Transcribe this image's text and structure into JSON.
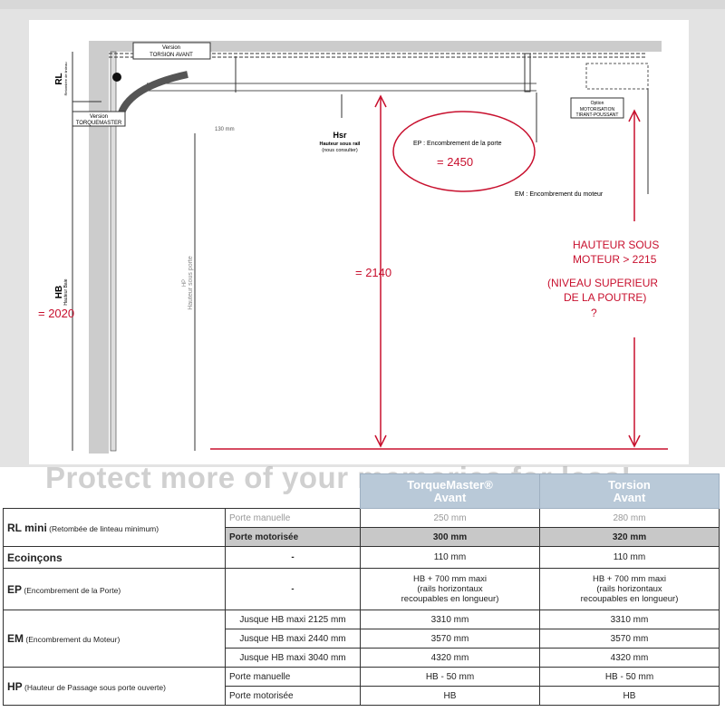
{
  "diagram": {
    "version_torsion": [
      "Version",
      "TORSION AVANT"
    ],
    "version_torquemaster": [
      "Version",
      "TORQUEMASTER"
    ],
    "rl": "RL",
    "rl_sub": "Retombée de linteau",
    "hb": "HB",
    "hb_sub": "Hauteur Baie",
    "hp": "HP",
    "hp_sub": "Hauteur sous porte",
    "dim_130": "130 mm",
    "hsr": "Hsr",
    "hsr_sub": "Hauteur sous rail",
    "hsr_note": "(nous consulter)",
    "option": [
      "Option",
      "MOTORISATION",
      "TIRANT-POUSSANT"
    ],
    "ep": "EP : Encombrement de la porte",
    "em": "EM : Encombrement du moteur"
  },
  "annotations": {
    "ep_value": "= 2450",
    "hsr_value": "= 2140",
    "hb_value": "= 2020",
    "motor_lines": [
      "HAUTEUR SOUS",
      "MOTEUR > 2215",
      "(NIVEAU SUPERIEUR",
      "DE LA POUTRE)",
      "?"
    ]
  },
  "watermark": "Protect more of your memories for less!",
  "table": {
    "headers": [
      [
        "TorqueMaster®",
        "Avant"
      ],
      [
        "Torsion",
        "Avant"
      ]
    ],
    "rl": {
      "label": "RL mini",
      "desc": "(Retombée de linteau minimum)",
      "rows": [
        [
          "Porte manuelle",
          "250 mm",
          "280 mm"
        ],
        [
          "Porte motorisée",
          "300 mm",
          "320 mm"
        ]
      ]
    },
    "eco": {
      "label": "Ecoinçons",
      "cond": "-",
      "v1": "110 mm",
      "v2": "110 mm"
    },
    "ep": {
      "label": "EP",
      "desc": "(Encombrement de la Porte)",
      "cond": "-",
      "v": [
        "HB + 700 mm maxi",
        "(rails horizontaux",
        "recoupables en longueur)"
      ]
    },
    "em": {
      "label": "EM",
      "desc": "(Encombrement du Moteur)",
      "rows": [
        [
          "Jusque HB maxi 2125 mm",
          "3310 mm",
          "3310 mm"
        ],
        [
          "Jusque HB maxi 2440 mm",
          "3570 mm",
          "3570 mm"
        ],
        [
          "Jusque HB maxi 3040 mm",
          "4320 mm",
          "4320 mm"
        ]
      ]
    },
    "hp": {
      "label": "HP",
      "desc": "(Hauteur de Passage sous porte ouverte)",
      "rows": [
        [
          "Porte manuelle",
          "HB - 50 mm",
          "HB - 50 mm"
        ],
        [
          "Porte motorisée",
          "HB",
          "HB"
        ]
      ]
    }
  }
}
